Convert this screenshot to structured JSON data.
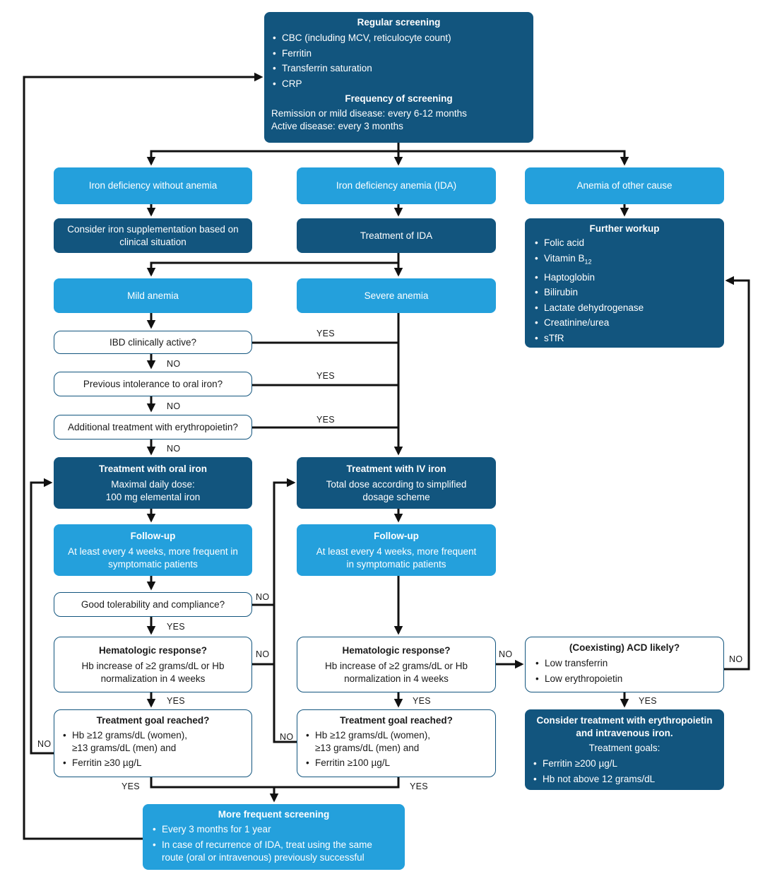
{
  "screening": {
    "title": "Regular screening",
    "items": [
      "CBC (including MCV, reticulocyte count)",
      "Ferritin",
      "Transferrin saturation",
      "CRP"
    ],
    "freq_title": "Frequency of screening",
    "freq_lines": [
      "Remission or mild disease: every 6-12 months",
      "Active disease: every 3 months"
    ]
  },
  "branches": {
    "no_anemia": "Iron deficiency without anemia",
    "ida": "Iron deficiency anemia (IDA)",
    "other": "Anemia of other cause"
  },
  "consider_supplement": "Consider iron supplementation based on clinical situation",
  "treatment_ida": "Treatment of IDA",
  "further_workup": {
    "title": "Further workup",
    "items": [
      "Folic acid",
      "Vitamin B",
      "Haptoglobin",
      "Bilirubin",
      "Lactate dehydrogenase",
      "Creatinine/urea",
      "sTfR"
    ],
    "b12_sub": "12"
  },
  "mild_anemia": "Mild anemia",
  "severe_anemia": "Severe anemia",
  "questions": {
    "ibd_active": "IBD clinically active?",
    "intolerance": "Previous intolerance to oral iron?",
    "epo": "Additional treatment with erythropoietin?",
    "tolerability": "Good tolerability and compliance?"
  },
  "oral_iron": {
    "title": "Treatment with oral iron",
    "lines": [
      "Maximal daily dose:",
      "100 mg elemental iron"
    ]
  },
  "iv_iron": {
    "title": "Treatment with IV iron",
    "lines": [
      "Total dose according to simplified",
      "dosage scheme"
    ]
  },
  "followup_left": {
    "title": "Follow-up",
    "lines": [
      "At least every 4 weeks, more frequent in",
      "symptomatic patients"
    ]
  },
  "followup_right": {
    "title": "Follow-up",
    "lines": [
      "At least every 4 weeks, more frequent",
      "in symptomatic patients"
    ]
  },
  "hemato_left": {
    "title": "Hematologic response?",
    "lines": [
      "Hb increase of ≥2 grams/dL or Hb",
      "normalization in 4 weeks"
    ]
  },
  "hemato_right": {
    "title": "Hematologic response?",
    "lines": [
      "Hb increase of ≥2 grams/dL or Hb",
      "normalization in 4 weeks"
    ]
  },
  "acd": {
    "title": "(Coexisting) ACD likely?",
    "items": [
      "Low transferrin",
      "Low erythropoietin"
    ]
  },
  "goal_left": {
    "title": "Treatment goal reached?",
    "items": [
      "Hb ≥12 grams/dL (women),\n≥13 grams/dL (men) and",
      "Ferritin ≥30 µg/L"
    ]
  },
  "goal_right": {
    "title": "Treatment goal reached?",
    "items": [
      "Hb ≥12 grams/dL (women),\n≥13 grams/dL (men) and",
      "Ferritin ≥100 µg/L"
    ]
  },
  "consider_epo": {
    "title": "Consider treatment with erythropoietin and intravenous iron.",
    "goals_title": "Treatment goals:",
    "items": [
      "Ferritin ≥200 µg/L",
      "Hb not above 12 grams/dL"
    ]
  },
  "more_screening": {
    "title": "More frequent screening",
    "items": [
      "Every 3 months for 1 year",
      "In case of recurrence of IDA, treat using the same route (oral or intravenous) previously successful"
    ]
  },
  "labels": {
    "yes": "YES",
    "no": "NO"
  },
  "colors": {
    "dark": "#12557e",
    "light": "#24a0dc",
    "line": "#111111"
  }
}
